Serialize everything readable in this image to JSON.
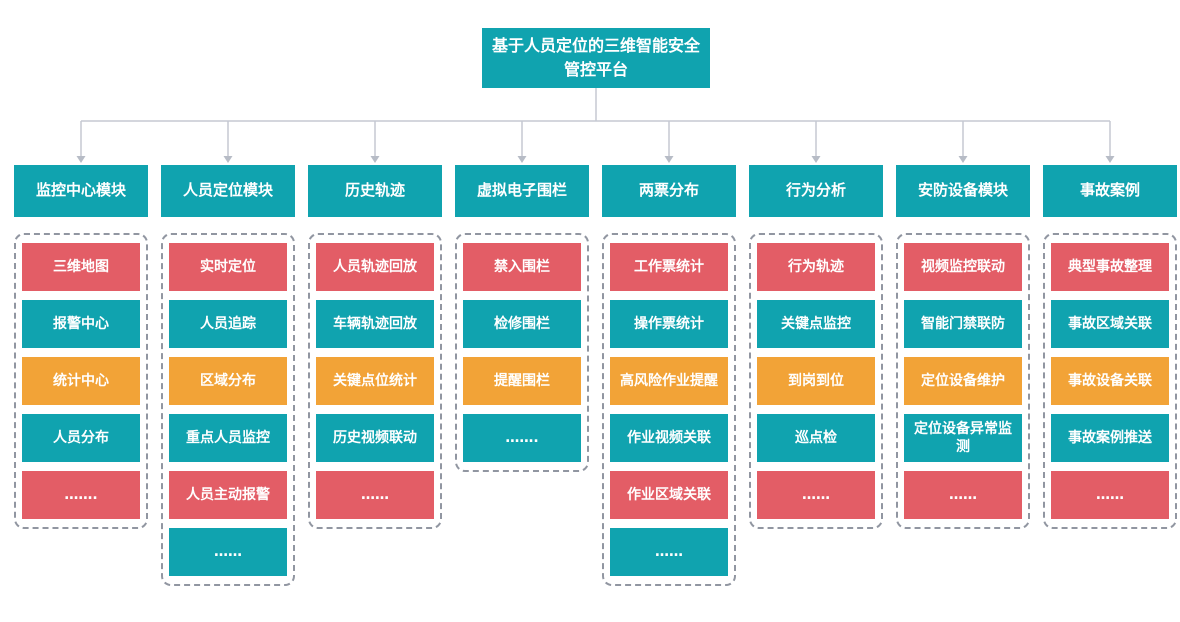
{
  "title": "基于人员定位的三维智能安全管控平台",
  "colors": {
    "teal": "#10A3AF",
    "red": "#E35D66",
    "orange": "#F2A337",
    "line": "#c5c9d2",
    "arrow": "#b7bcc6",
    "dashed_border": "#9196a1"
  },
  "columns": [
    {
      "header": "监控中心模块",
      "items": [
        {
          "label": "三维地图",
          "color": "red"
        },
        {
          "label": "报警中心",
          "color": "teal"
        },
        {
          "label": "统计中心",
          "color": "orange"
        },
        {
          "label": "人员分布",
          "color": "teal"
        },
        {
          "label": "…….",
          "color": "red"
        }
      ]
    },
    {
      "header": "人员定位模块",
      "items": [
        {
          "label": "实时定位",
          "color": "red"
        },
        {
          "label": "人员追踪",
          "color": "teal"
        },
        {
          "label": "区域分布",
          "color": "orange"
        },
        {
          "label": "重点人员监控",
          "color": "teal"
        },
        {
          "label": "人员主动报警",
          "color": "red"
        },
        {
          "label": "……",
          "color": "teal"
        }
      ]
    },
    {
      "header": "历史轨迹",
      "items": [
        {
          "label": "人员轨迹回放",
          "color": "red"
        },
        {
          "label": "车辆轨迹回放",
          "color": "teal"
        },
        {
          "label": "关键点位统计",
          "color": "orange"
        },
        {
          "label": "历史视频联动",
          "color": "teal"
        },
        {
          "label": "……",
          "color": "red"
        }
      ]
    },
    {
      "header": "虚拟电子围栏",
      "items": [
        {
          "label": "禁入围栏",
          "color": "red"
        },
        {
          "label": "检修围栏",
          "color": "teal"
        },
        {
          "label": "提醒围栏",
          "color": "orange"
        },
        {
          "label": "…….",
          "color": "teal"
        }
      ]
    },
    {
      "header": "两票分布",
      "items": [
        {
          "label": "工作票统计",
          "color": "red"
        },
        {
          "label": "操作票统计",
          "color": "teal"
        },
        {
          "label": "高风险作业提醒",
          "color": "orange"
        },
        {
          "label": "作业视频关联",
          "color": "teal"
        },
        {
          "label": "作业区域关联",
          "color": "red"
        },
        {
          "label": "……",
          "color": "teal"
        }
      ]
    },
    {
      "header": "行为分析",
      "items": [
        {
          "label": "行为轨迹",
          "color": "red"
        },
        {
          "label": "关键点监控",
          "color": "teal"
        },
        {
          "label": "到岗到位",
          "color": "orange"
        },
        {
          "label": "巡点检",
          "color": "teal"
        },
        {
          "label": "……",
          "color": "red"
        }
      ]
    },
    {
      "header": "安防设备模块",
      "items": [
        {
          "label": "视频监控联动",
          "color": "red"
        },
        {
          "label": "智能门禁联防",
          "color": "teal"
        },
        {
          "label": "定位设备维护",
          "color": "orange"
        },
        {
          "label": "定位设备异常监测",
          "color": "teal"
        },
        {
          "label": "……",
          "color": "red"
        }
      ]
    },
    {
      "header": "事故案例",
      "items": [
        {
          "label": "典型事故整理",
          "color": "red"
        },
        {
          "label": "事故区域关联",
          "color": "teal"
        },
        {
          "label": "事故设备关联",
          "color": "orange"
        },
        {
          "label": "事故案例推送",
          "color": "teal"
        },
        {
          "label": "……",
          "color": "red"
        }
      ]
    }
  ]
}
